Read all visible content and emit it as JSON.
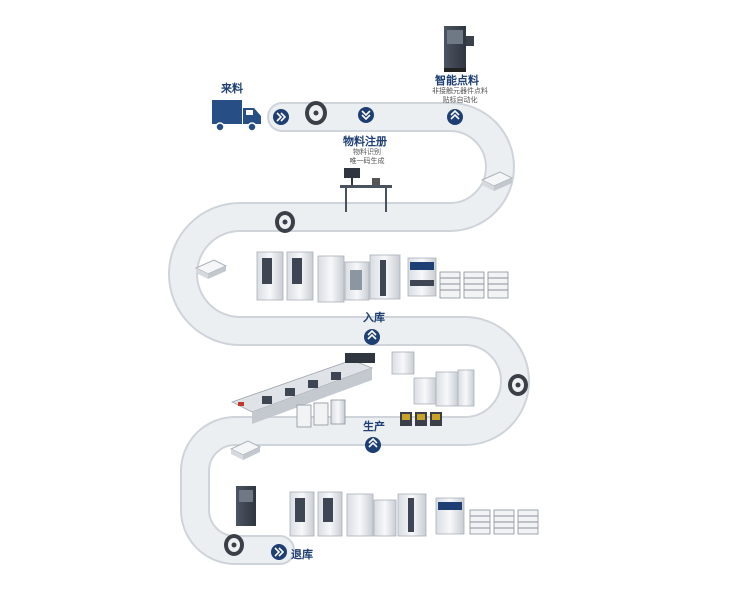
{
  "stages": {
    "incoming": {
      "label": "来料"
    },
    "smart_count": {
      "label": "智能点料",
      "desc": [
        "非接触元器件点料",
        "贴标自动化"
      ]
    },
    "registration": {
      "label": "物料注册",
      "desc": [
        "物料识别",
        "唯一码生成"
      ]
    },
    "storage": {
      "label": "入库"
    },
    "production": {
      "label": "生产"
    },
    "return": {
      "label": "退库"
    }
  },
  "colors": {
    "path": "#e9ecef",
    "path_edge": "#cfd4da",
    "accent": "#1e3f73",
    "truck": "#274f86"
  }
}
